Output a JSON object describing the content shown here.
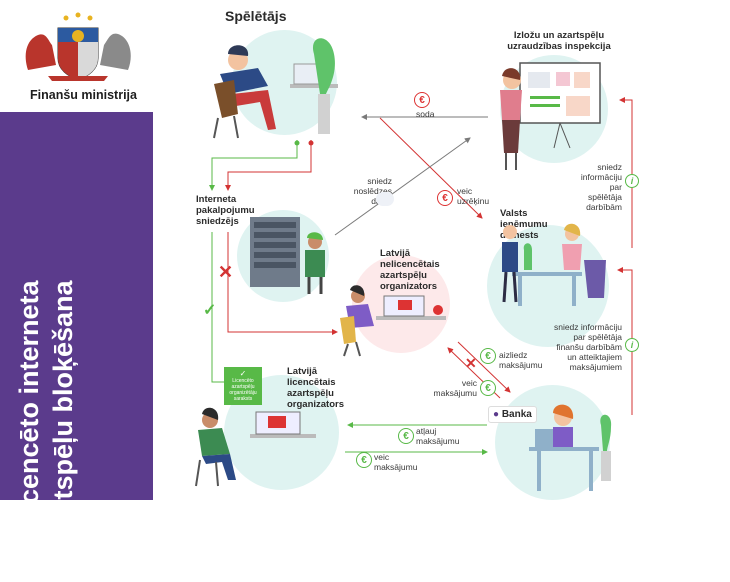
{
  "sidebar": {
    "ministry": "Finanšu ministrija",
    "title_line1": "Nelicencēto interneta",
    "title_line2": "azartspēļu bloķēšana"
  },
  "nodes": {
    "player": "Spēlētājs",
    "inspection_line1": "Izložu un azartspēļu",
    "inspection_line2": "uzraudzības inspekcija",
    "isp_line1": "Interneta",
    "isp_line2": "pakalpojumu",
    "isp_line3": "sniedzējs",
    "tax_line1": "Valsts",
    "tax_line2": "ieņēmumu",
    "tax_line3": "dienests",
    "unlicensed_line1": "Latvijā",
    "unlicensed_line2": "nelicencētais",
    "unlicensed_line3": "azartspēļu",
    "unlicensed_line4": "organizators",
    "licensed_line1": "Latvijā",
    "licensed_line2": "licencētais",
    "licensed_line3": "azartspēļu",
    "licensed_line4": "organizators",
    "bank": "Banka"
  },
  "badge": {
    "line1": "Licencēto",
    "line2": "azartspēļu",
    "line3": "organizētāju",
    "line4": "saraksts"
  },
  "flows": {
    "fine": "soda",
    "winnings_line1": "sniedz",
    "winnings_line2": "noslēdzes",
    "winnings_line3": "datus",
    "makes_line1": "veic",
    "makes_line2": "uzrēķinu",
    "info_player_1": "sniedz",
    "info_player_2": "informāciju par",
    "info_player_3": "spēlētāja",
    "info_player_4": "darbībām",
    "info_fin_1": "sniedz informāciju",
    "info_fin_2": "par spēlētāja",
    "info_fin_3": "finanšu darbībām",
    "info_fin_4": "un atteiktajiem",
    "info_fin_5": "maksājumiem",
    "refuse_1": "aizliedz",
    "refuse_2": "maksājumu",
    "pay_1": "veic",
    "pay_2": "maksājumu",
    "allow_1": "atļauj",
    "allow_2": "maksājumu",
    "pay2_1": "veic",
    "pay2_2": "maksājumu"
  },
  "symbols": {
    "euro": "€",
    "info": "i",
    "check": "✓",
    "cross": "✕"
  },
  "colors": {
    "purple": "#5b3b8c",
    "green": "#58b947",
    "red": "#d33333",
    "arrow_gray": "#7a7a7a",
    "teal": "#dff3f1",
    "pink": "#fde9ea"
  }
}
